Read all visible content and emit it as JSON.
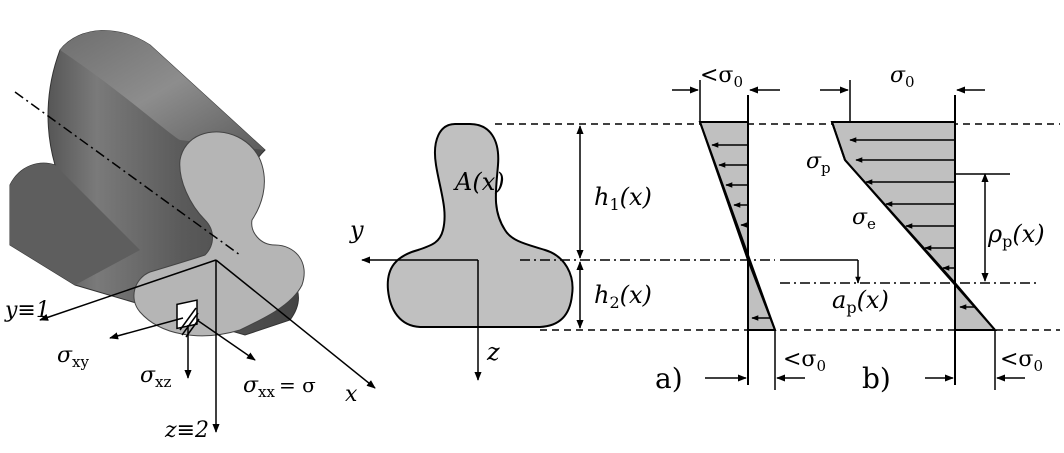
{
  "rail_3d": {
    "axis_y": "y≡1",
    "axis_z": "z≡2",
    "axis_x": "x",
    "sigma_xy": "σ",
    "sigma_xy_sub": "xy",
    "sigma_xz": "σ",
    "sigma_xz_sub": "xz",
    "sigma_xx": "σ",
    "sigma_xx_sub": "xx",
    "sigma_xx_eq": "= σ"
  },
  "section": {
    "area": "A(x)",
    "axis_y": "y",
    "axis_z": "z",
    "h1": "h",
    "h1_sub": "1",
    "h1_arg": "(x)",
    "h2": "h",
    "h2_sub": "2",
    "h2_arg": "(x)"
  },
  "diagram_a": {
    "caption": "a)",
    "top_bracket": "<σ",
    "top_bracket_sub": "0",
    "bottom_bracket": "<σ",
    "bottom_bracket_sub": "0"
  },
  "diagram_b": {
    "caption": "b)",
    "top_bracket": "σ",
    "top_bracket_sub": "0",
    "sigma_p": "σ",
    "sigma_p_sub": "p",
    "sigma_e": "σ",
    "sigma_e_sub": "e",
    "rho": "ρ",
    "rho_sub": "p",
    "rho_arg": "(x)",
    "a": "a",
    "a_sub": "p",
    "a_arg": "(x)",
    "bottom_bracket": "<σ",
    "bottom_bracket_sub": "0"
  }
}
